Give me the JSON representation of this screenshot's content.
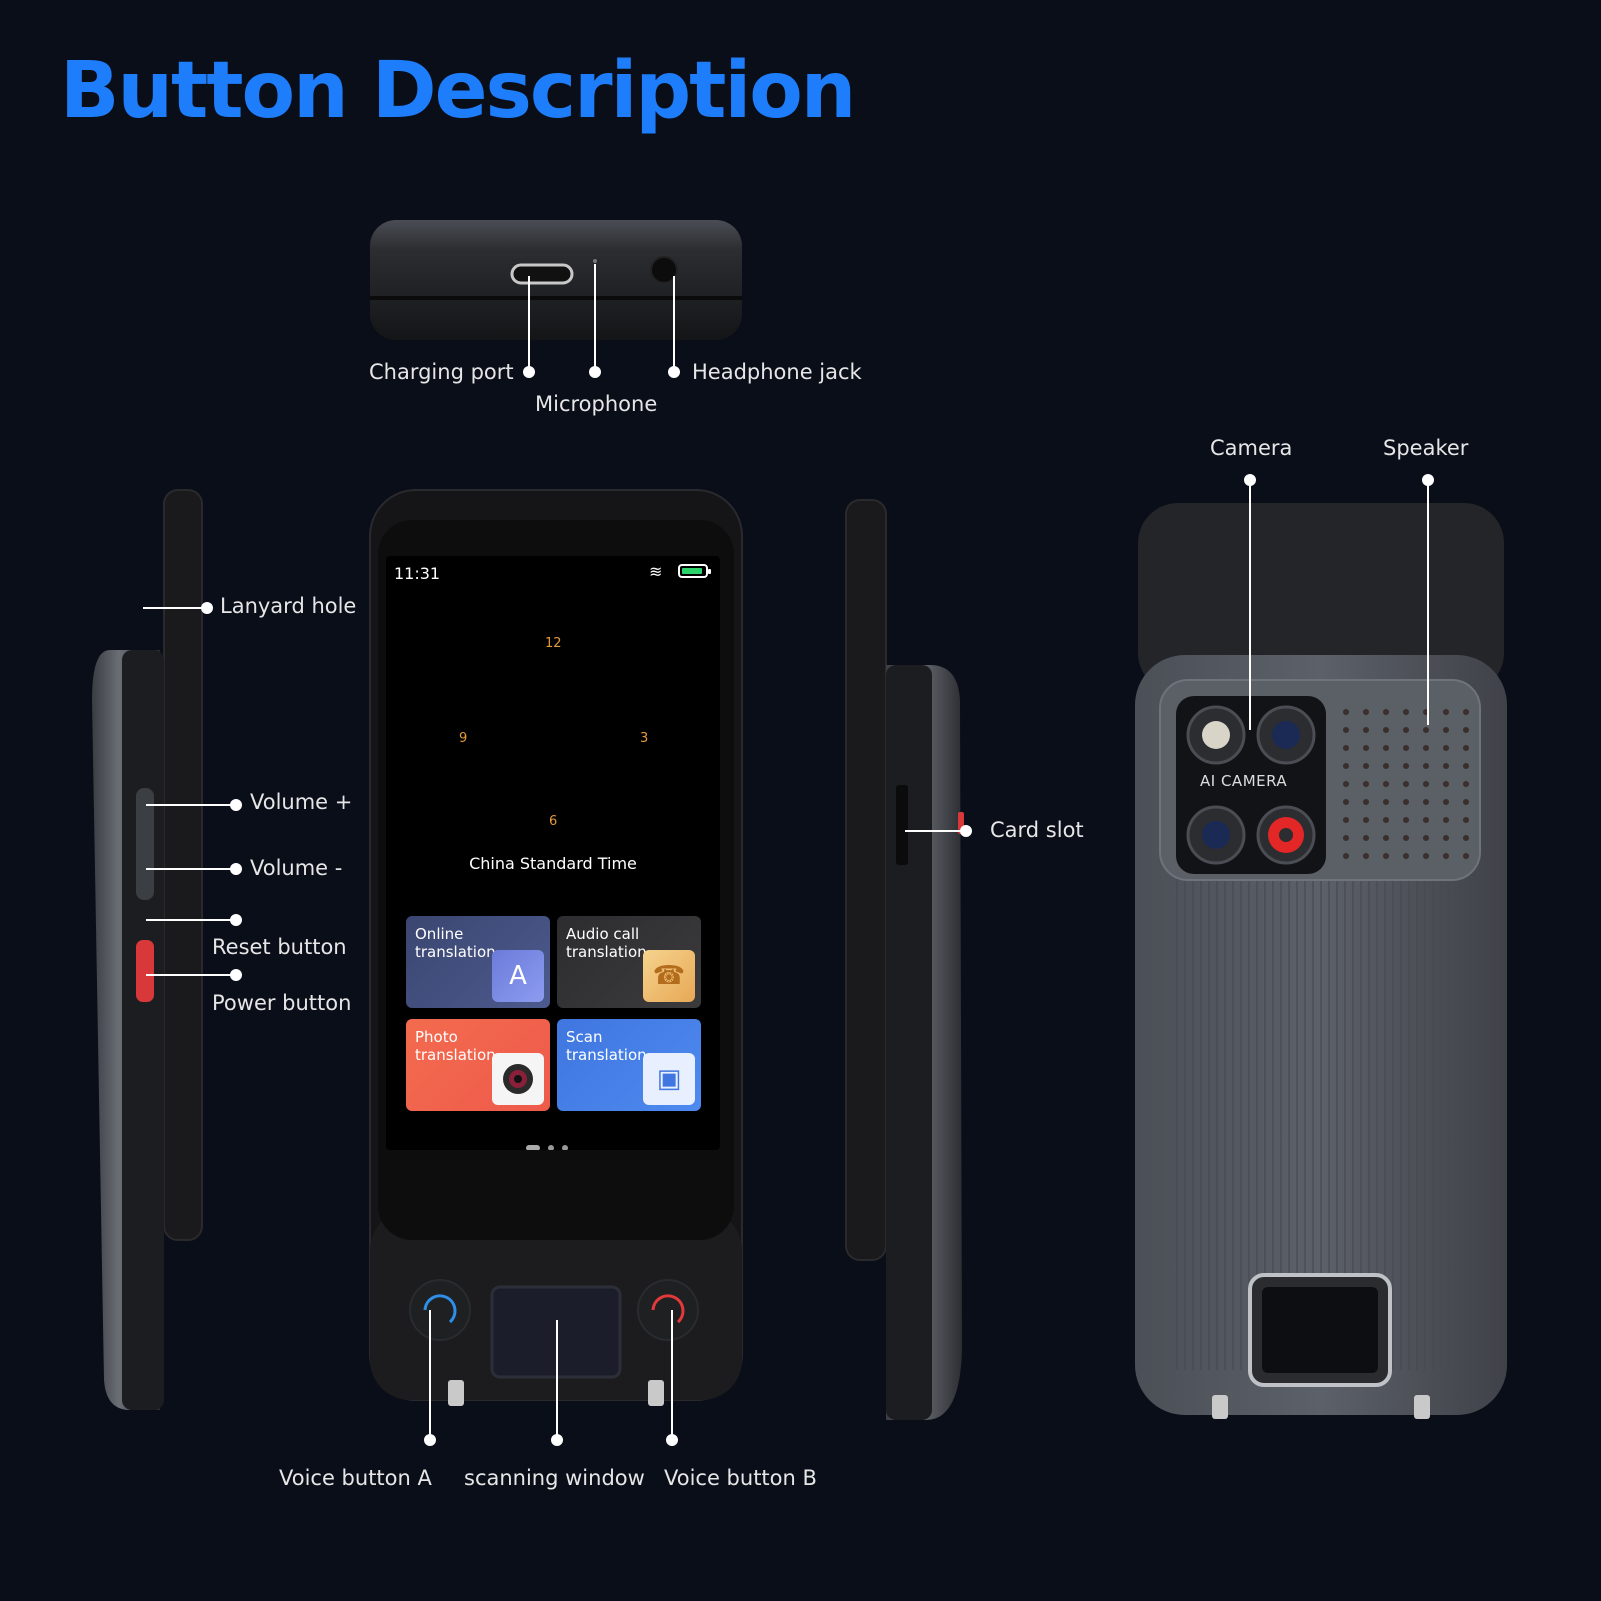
{
  "title": "Button Description",
  "callouts": {
    "charging_port": "Charging port",
    "microphone": "Microphone",
    "headphone_jack": "Headphone jack",
    "camera": "Camera",
    "speaker": "Speaker",
    "lanyard_hole": "Lanyard hole",
    "volume_up": "Volume +",
    "volume_down": "Volume -",
    "reset_button": "Reset button",
    "power_button": "Power button",
    "card_slot": "Card slot",
    "voice_button_a": "Voice button A",
    "scanning_window": "scanning window",
    "voice_button_b": "Voice button B"
  },
  "screen": {
    "time": "11:31",
    "clock_numbers": {
      "n12": "12",
      "n3": "3",
      "n6": "6",
      "n9": "9"
    },
    "timezone": "China Standard Time",
    "tiles": [
      {
        "label": "Online translation",
        "icon": "A"
      },
      {
        "label": "Audio call translation",
        "icon": "☎"
      },
      {
        "label": "Photo translation",
        "icon": "◉"
      },
      {
        "label": "Scan translation",
        "icon": "▣"
      }
    ]
  },
  "back_label": "AI CAMERA",
  "colors": {
    "background": "#0a0e19",
    "title": "#1e7dfa",
    "device_dark": "#1a1a1c",
    "device_gray": "#55595f",
    "power_button": "#d9383a",
    "voice_a": "#2f8ee8",
    "voice_b": "#e23a3a"
  },
  "icons": [
    "wifi-icon",
    "battery-icon",
    "shutter-icon",
    "camera-lens-icon"
  ]
}
